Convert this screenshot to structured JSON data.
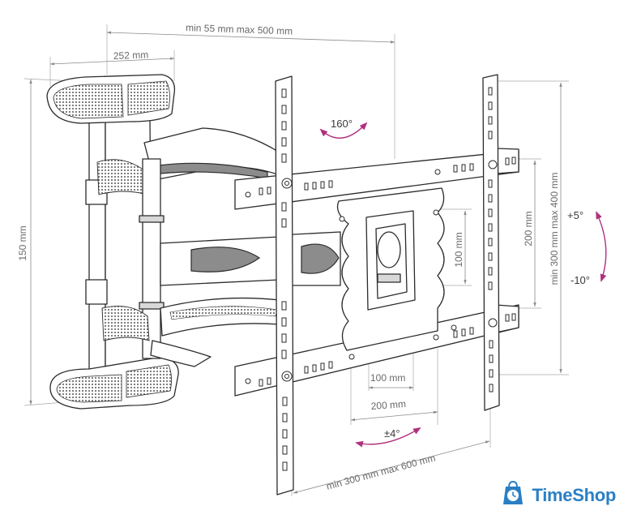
{
  "dimensions": {
    "arm_extension": "min 55 mm max 500 mm",
    "arm_width": "252 mm",
    "wall_plate_height": "150 mm",
    "plate_vertical_spacing": "min 300 mm max 400 mm",
    "plate_vertical_200": "200 mm",
    "plate_vertical_100": "100 mm",
    "plate_horizontal_100": "100 mm",
    "plate_horizontal_200": "200 mm",
    "plate_horizontal_spacing": "min 300 mm max 600 mm"
  },
  "rotations": {
    "swivel": "160°",
    "tilt_up": "+5°",
    "tilt_down": "-10°",
    "level": "±4°"
  },
  "brand": {
    "name": "TimeShop",
    "icon": "shopping-bag-clock-icon",
    "color": "#2a7fc4"
  },
  "colors": {
    "rotation_arrows": "#b0307e",
    "dimension_text": "#6a6a6a"
  }
}
